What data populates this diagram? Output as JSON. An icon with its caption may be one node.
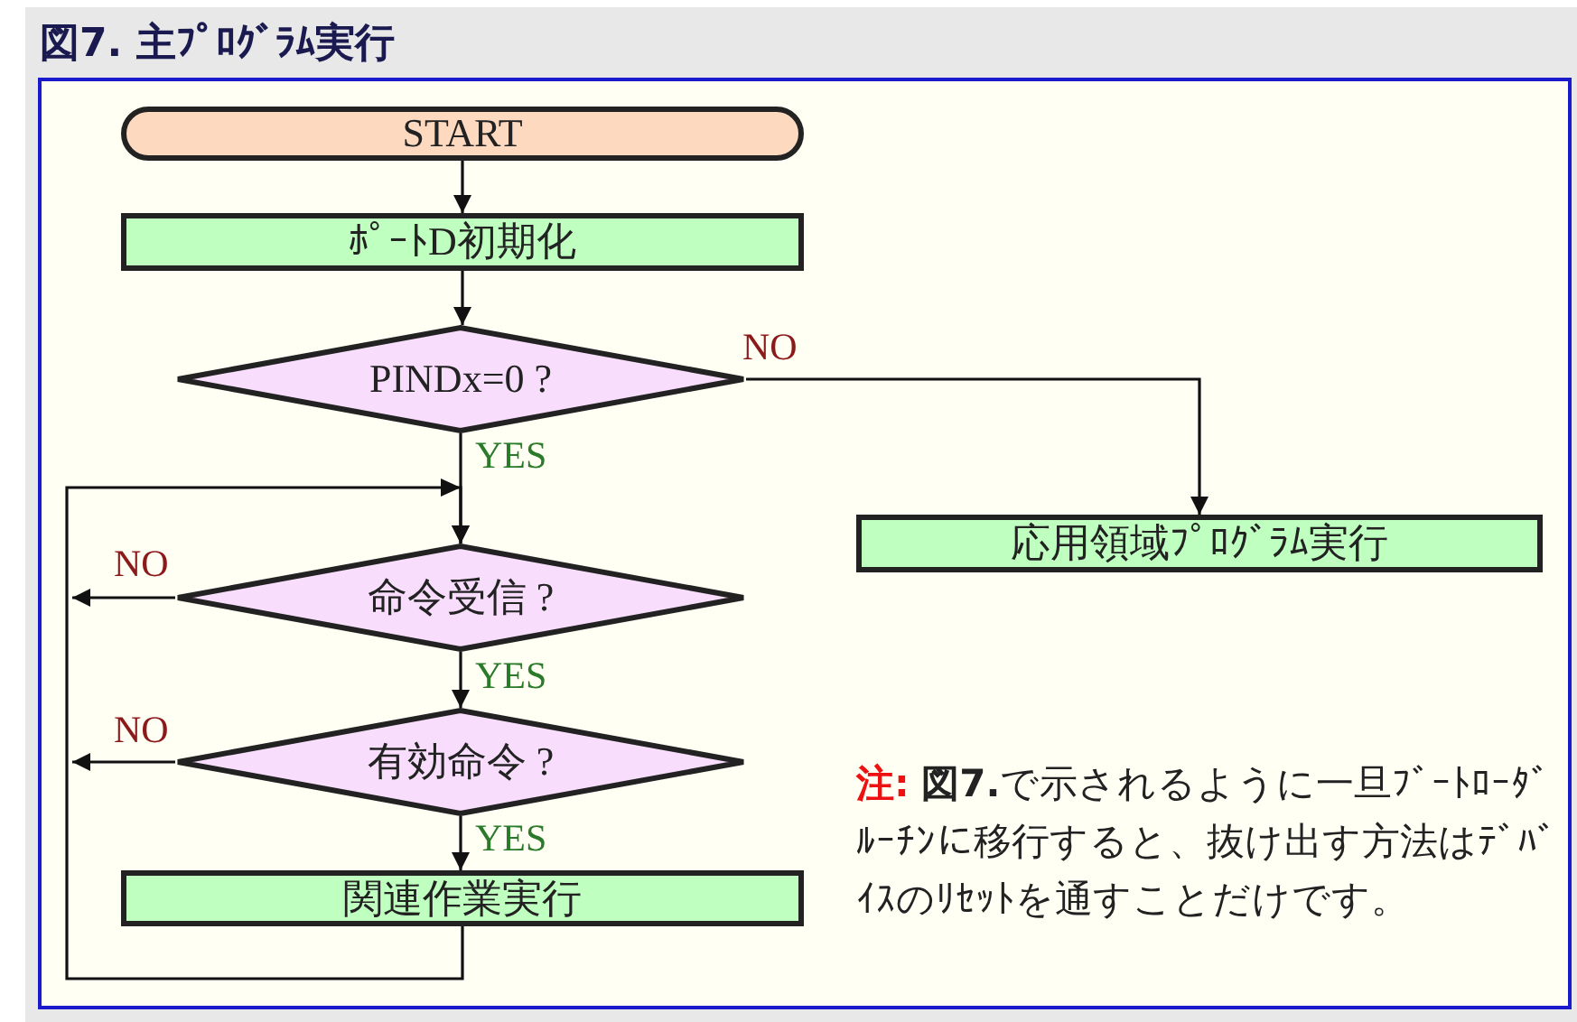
{
  "diagram": {
    "title": "図7. 主ﾌﾟﾛｸﾞﾗﾑ実行",
    "nodes": [
      {
        "text": [
          "START"
        ]
      },
      {
        "text": [
          "ﾎﾟｰﾄD初期化"
        ]
      },
      {
        "text": [
          "PINDx=0 ?"
        ]
      },
      {
        "text": [
          "命令受信 ?"
        ]
      },
      {
        "text": [
          "応用領域ﾌﾟﾛｸﾞﾗﾑ実行"
        ]
      },
      {
        "text": [
          "有効命令 ?"
        ]
      },
      {
        "text": [
          "関連作業実行"
        ]
      }
    ],
    "edges": [
      {
        "from": 0,
        "to": 1,
        "arrow": "to"
      },
      {
        "from": 1,
        "to": 2,
        "arrow": "to"
      },
      {
        "from": 2,
        "to": 3,
        "arrow": "to",
        "label": "YES"
      },
      {
        "from": 2,
        "to": 4,
        "arrow": "to",
        "label": "NO"
      },
      {
        "from": 3,
        "to": 5,
        "arrow": "to",
        "label": "YES"
      },
      {
        "from": 3,
        "to": null,
        "arrow": "to",
        "label": "NO"
      },
      {
        "from": 5,
        "to": 6,
        "arrow": "to",
        "label": "YES"
      },
      {
        "from": 5,
        "to": null,
        "arrow": "to",
        "label": "NO"
      },
      {
        "from": 6,
        "to": 3,
        "arrow": "to"
      }
    ],
    "labels": [
      "注: **図7.**で示されるように一旦ﾌﾞｰﾄﾛｰﾀﾞﾙｰﾁﾝに移行すると、抜け出す方法はﾃﾞﾊﾞｲｽのﾘｾｯﾄを通すことだけです。"
    ]
  }
}
